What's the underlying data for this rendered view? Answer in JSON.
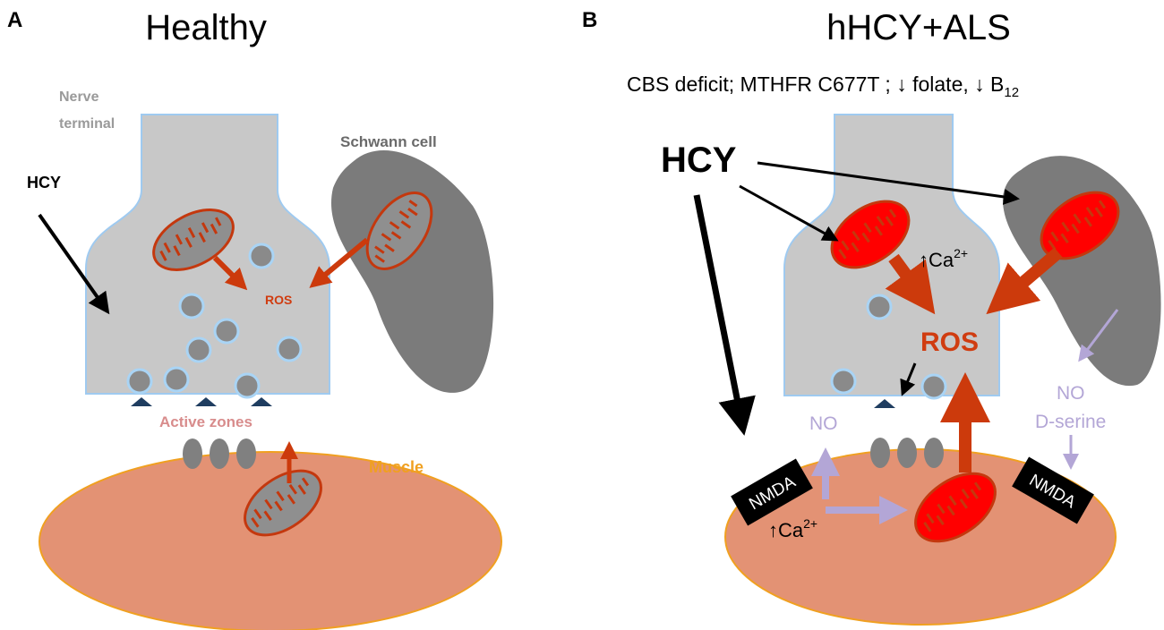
{
  "panel_a": {
    "letter": "A",
    "title": "Healthy",
    "labels": {
      "nerve_terminal_line1": "Nerve",
      "nerve_terminal_line2": "terminal",
      "schwann_cell": "Schwann cell",
      "hcy": "HCY",
      "ros": "ROS",
      "active_zones": "Active zones",
      "muscle": "Muscle"
    }
  },
  "panel_b": {
    "letter": "B",
    "title": "hHCY+ALS",
    "subtitle_main": "CBS deficit; MTHFR C677T ; ↓ folate, ↓ B",
    "subtitle_sub": "12",
    "labels": {
      "hcy": "HCY",
      "ros": "ROS",
      "ca_terminal": "↑Ca",
      "ca_terminal_sup": "2+",
      "ca_muscle": "↑Ca",
      "ca_muscle_sup": "2+",
      "no_left": "NO",
      "no_right": "NO",
      "d_serine": "D-serine",
      "nmda_left": "NMDA",
      "nmda_right": "NMDA"
    }
  },
  "colors": {
    "terminal_fill": "#c8c8c8",
    "terminal_stroke": "#9fcaf0",
    "schwann_fill": "#7b7b7b",
    "muscle_fill": "#e39274",
    "muscle_stroke": "#f0a020",
    "mito_healthy_fill": "#8f8f8f",
    "mito_disease_fill": "#ff0000",
    "mito_stroke": "#c4380e",
    "ros_arrow": "#cc3a0c",
    "no_arrow": "#b3a6d6",
    "label_gray": "#9a9a9a",
    "label_dark_gray": "#6a6a6a",
    "active_zone_label": "#d88c8c",
    "muscle_label": "#f0a020",
    "ros_text": "#d03c10",
    "vesicle_fill": "#8a8a8a",
    "vesicle_stroke": "#a9d4f5",
    "active_zone_marker": "#1f3d60",
    "channel_fill": "#808080"
  }
}
